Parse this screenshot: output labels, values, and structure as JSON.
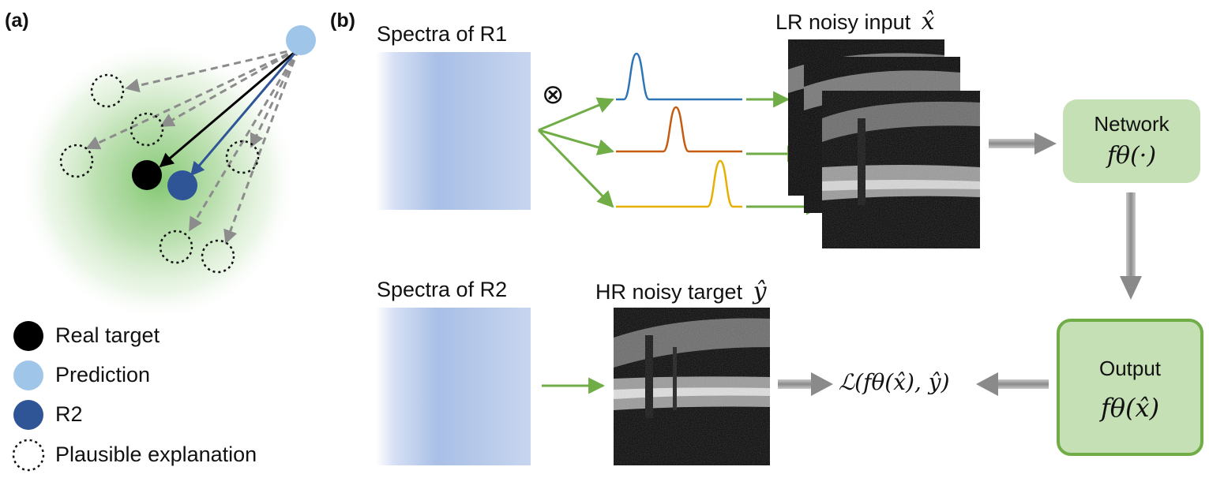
{
  "panel_a": {
    "label": "(a)",
    "legend": [
      {
        "key": "real",
        "text": "Real target",
        "color": "#000000"
      },
      {
        "key": "pred",
        "text": "Prediction",
        "color": "#9fc5e8"
      },
      {
        "key": "r2",
        "text": "R2",
        "color": "#2f5597"
      },
      {
        "key": "plausible",
        "text": "Plausible explanation",
        "color": "#000000"
      }
    ]
  },
  "panel_b": {
    "label": "(b)",
    "spectra_r1": "Spectra of R1",
    "spectra_r2": "Spectra of R2",
    "convolve_symbol": "⊗",
    "lr_input_text": "LR noisy input",
    "lr_input_symbol": "x̂",
    "hr_target_text": "HR noisy target",
    "hr_target_symbol": "ŷ",
    "network_label": "Network",
    "network_func": "fθ(·)",
    "output_label": "Output",
    "output_func": "fθ(x̂)",
    "loss": "ℒ(fθ(x̂), ŷ)"
  },
  "colors": {
    "arrow_green": "#70ad47",
    "box_fill": "#c5e0b4",
    "box_border": "#70ad47",
    "gaussian_1": "#2e75b6",
    "gaussian_2": "#c55a11",
    "gaussian_3": "#e6b000",
    "spectra_blue": "#a9bfe6"
  }
}
